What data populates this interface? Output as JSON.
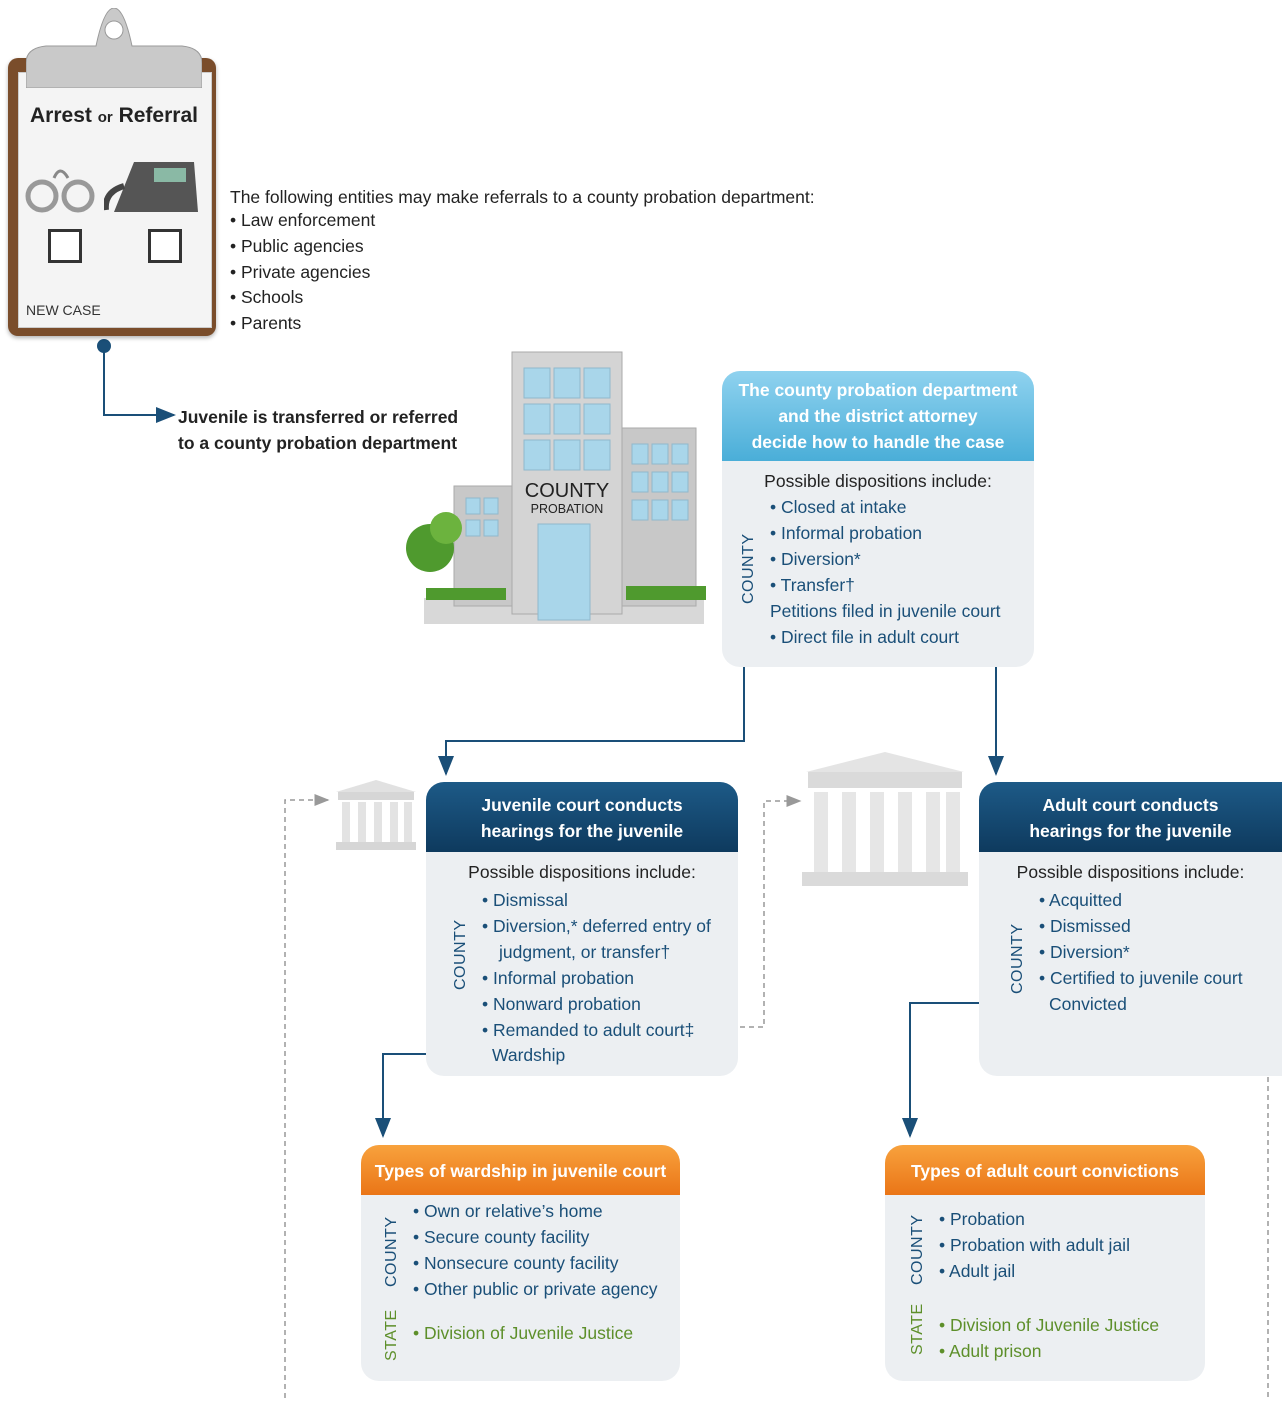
{
  "clipboard": {
    "title_main_1": "Arrest",
    "title_or": "or",
    "title_main_2": "Referral",
    "footer": "NEW CASE",
    "icons": [
      "handcuffs-icon",
      "telephone-icon"
    ]
  },
  "referral": {
    "intro": "The following entities may make referrals to a county probation department:",
    "items": [
      "• Law enforcement",
      "• Public agencies",
      "• Private agencies",
      "• Schools",
      "• Parents"
    ]
  },
  "transfer_label": {
    "line1": "Juvenile is transferred or referred",
    "line2": "to a county probation department"
  },
  "building": {
    "sign_main": "COUNTY",
    "sign_sub": "PROBATION"
  },
  "probation_panel": {
    "header": [
      "The county probation department",
      "and the district attorney",
      "decide how to handle the case"
    ],
    "sub": "Possible dispositions include:",
    "level": "COUNTY",
    "items": [
      "• Closed at intake",
      "• Informal probation",
      "• Diversion*",
      "• Transfer†",
      "Petitions filed in juvenile court",
      "• Direct file in adult court"
    ]
  },
  "juvenile_panel": {
    "header": [
      "Juvenile court conducts",
      "hearings for the juvenile"
    ],
    "sub": "Possible dispositions include:",
    "level": "COUNTY",
    "items": [
      "• Dismissal",
      "• Diversion,* deferred entry of",
      "judgment, or transfer†",
      "• Informal probation",
      "• Nonward probation",
      "• Remanded to adult court‡",
      "Wardship"
    ]
  },
  "adult_panel": {
    "header": [
      "Adult court conducts",
      "hearings for the juvenile"
    ],
    "sub": "Possible dispositions include:",
    "level": "COUNTY",
    "items": [
      "• Acquitted",
      "• Dismissed",
      "• Diversion*",
      "• Certified to juvenile court",
      "Convicted"
    ]
  },
  "wardship_panel": {
    "header": "Types of wardship in juvenile court",
    "county_label": "COUNTY",
    "county_items": [
      "• Own or relative’s home",
      "• Secure county facility",
      "• Nonsecure county facility",
      "• Other public or private agency"
    ],
    "state_label": "STATE",
    "state_items": [
      "• Division of Juvenile Justice"
    ]
  },
  "adult_conv_panel": {
    "header": "Types of adult court convictions",
    "county_label": "COUNTY",
    "county_items": [
      "• Probation",
      "• Probation with adult jail",
      "• Adult jail"
    ],
    "state_label": "STATE",
    "state_items": [
      "• Division of Juvenile Justice",
      "• Adult prison"
    ]
  },
  "colors": {
    "navy": "#0e3a5e",
    "cyan": "#4aaed8",
    "orange": "#ea7517",
    "county_text": "#1a4f78",
    "state_text": "#5d8f2a"
  }
}
